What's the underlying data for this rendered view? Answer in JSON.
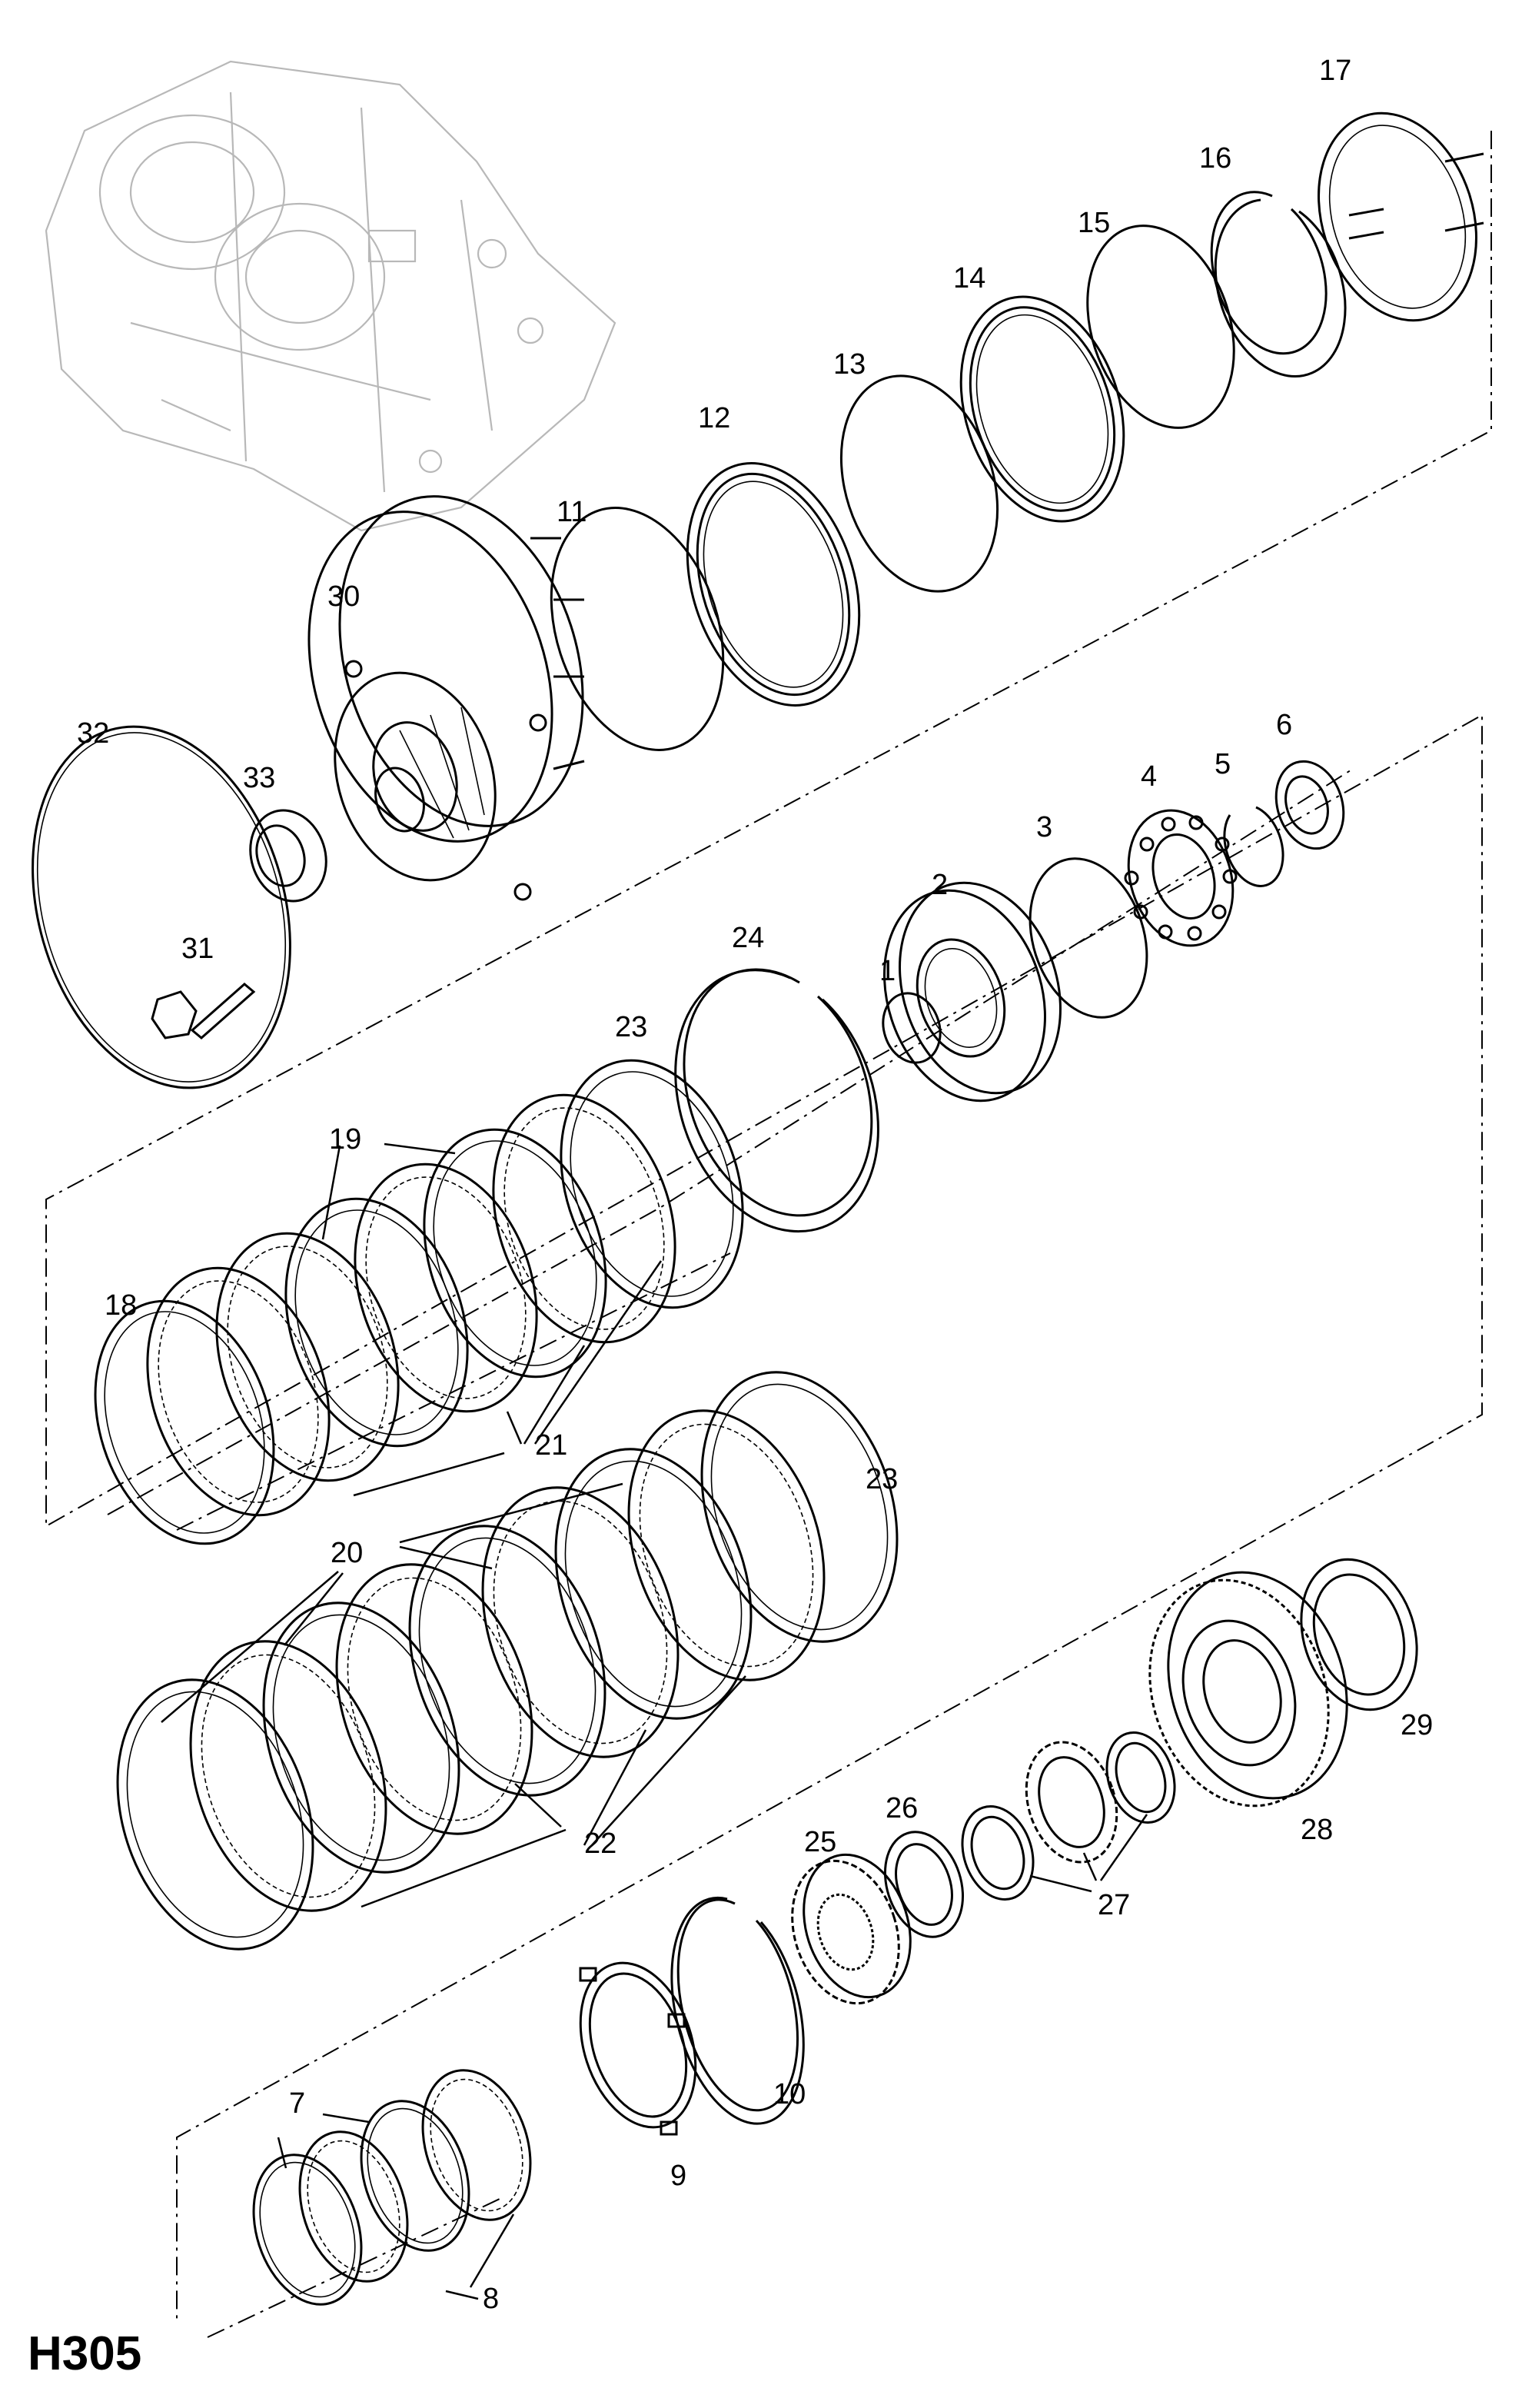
{
  "diagram_code": "H305",
  "callouts": [
    "1",
    "2",
    "3",
    "4",
    "5",
    "6",
    "7",
    "8",
    "9",
    "10",
    "11",
    "12",
    "13",
    "14",
    "15",
    "16",
    "17",
    "18",
    "19",
    "20",
    "21",
    "22",
    "23",
    "23",
    "24",
    "25",
    "26",
    "27",
    "28",
    "29",
    "30",
    "31",
    "32",
    "33"
  ]
}
